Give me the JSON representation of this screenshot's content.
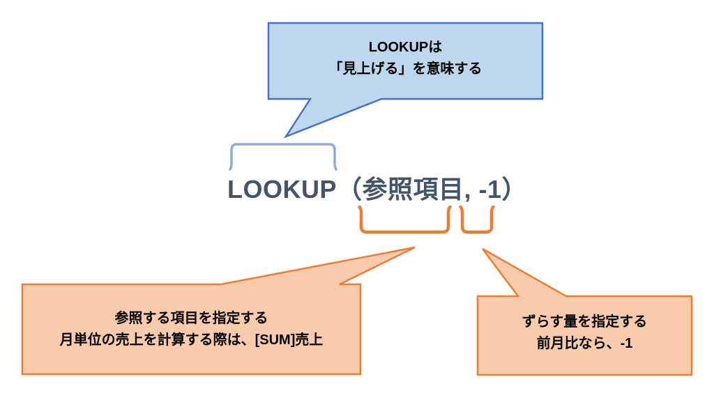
{
  "canvas": {
    "background": "#ffffff"
  },
  "formula": {
    "text": "LOOKUP（参照項目, -1）",
    "color": "#44546A"
  },
  "callouts": {
    "top": {
      "line1": "LOOKUPは",
      "line2": "「見上げる」を意味する",
      "fill": "#BDD7EE",
      "border": "#4472C4",
      "text_color": "#000000"
    },
    "bottom_left": {
      "line1": "参照する項目を指定する",
      "line2": "月単位の売上を計算する際は、[SUM]売上",
      "fill": "#F8CBAD",
      "border": "#ED7D31",
      "text_color": "#000000"
    },
    "bottom_right": {
      "line1": "ずらす量を指定する",
      "line2": "前月比なら、-1",
      "fill": "#F8CBAD",
      "border": "#ED7D31",
      "text_color": "#000000"
    }
  },
  "brackets": {
    "function_bracket_color": "#8FAADC",
    "argument_bracket_color": "#ED7D31"
  }
}
